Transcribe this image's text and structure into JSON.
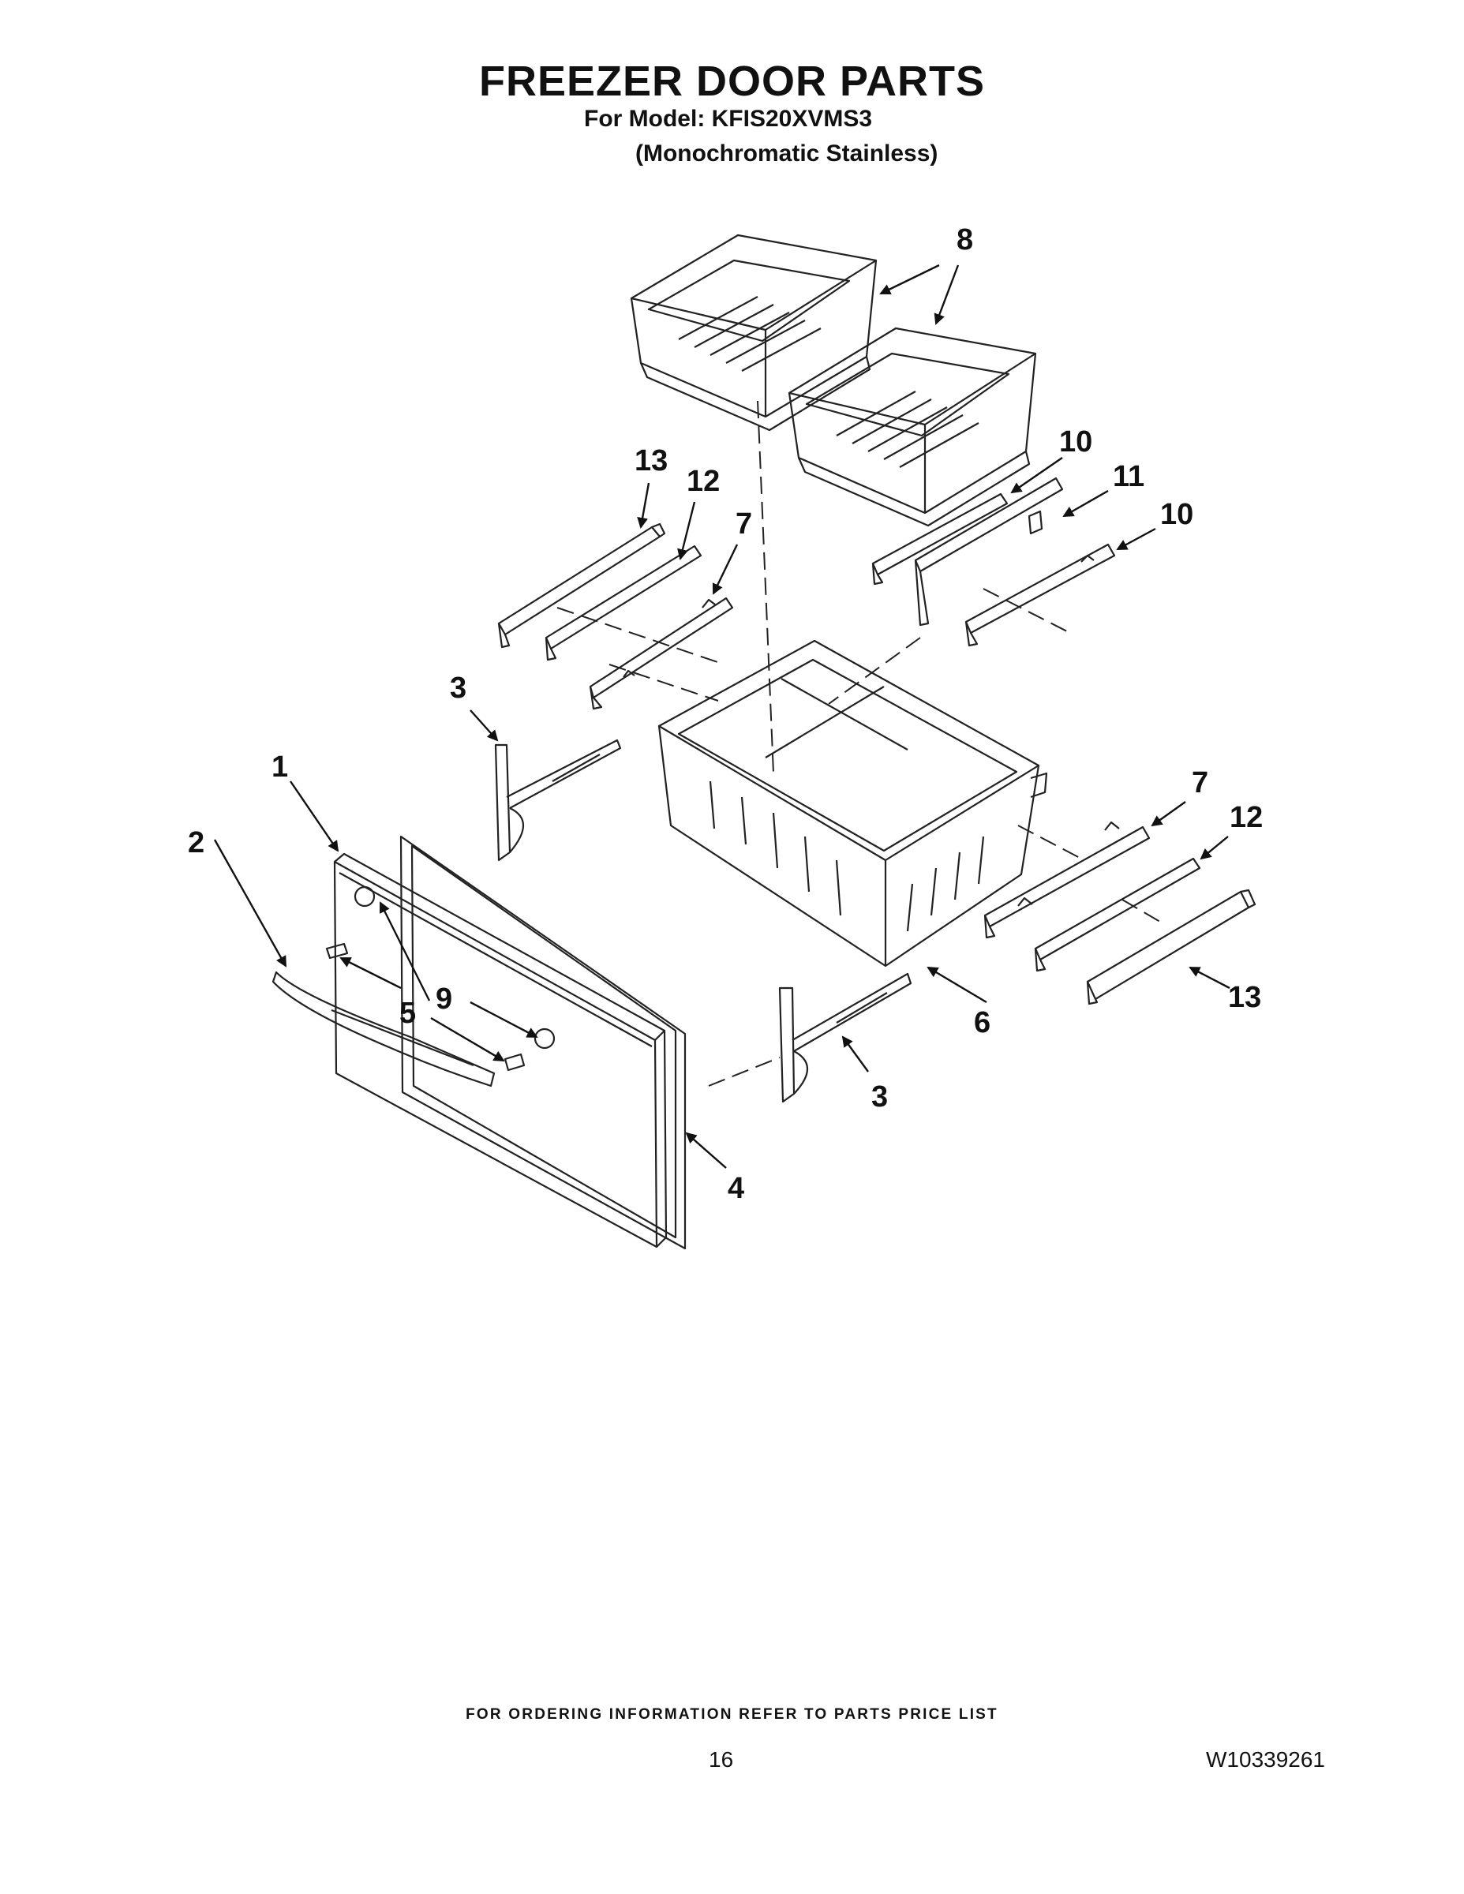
{
  "header": {
    "title": "FREEZER DOOR PARTS",
    "model_line": "For Model: KFIS20XVMS3",
    "finish_line": "(Monochromatic Stainless)"
  },
  "callouts": [
    "8",
    "13",
    "12",
    "7",
    "10",
    "11",
    "10",
    "3",
    "1",
    "2",
    "9",
    "5",
    "6",
    "7",
    "12",
    "13",
    "3",
    "4"
  ],
  "footer": {
    "ordering_note": "FOR ORDERING INFORMATION REFER TO PARTS PRICE LIST",
    "page_number": "16",
    "document_number": "W10339261"
  }
}
